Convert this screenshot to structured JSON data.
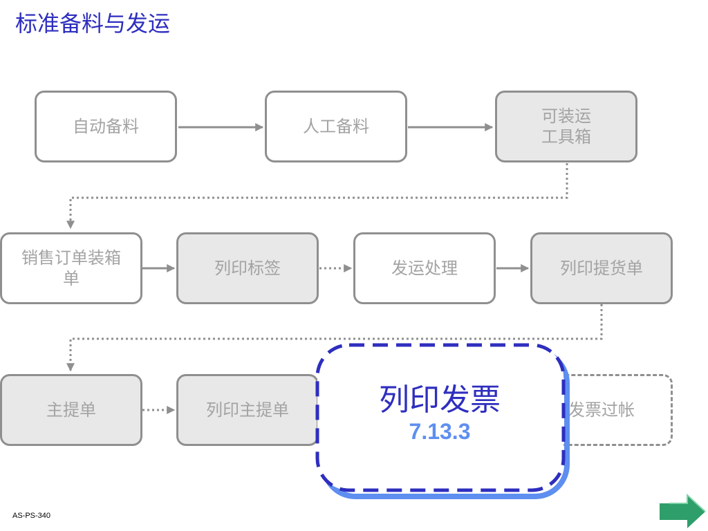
{
  "title": "标准备料与发运",
  "boxes": {
    "auto_picking": "自动备料",
    "manual_picking": "人工备料",
    "shippable_toolbox": "可装运\n工具箱",
    "so_packing": "销售订单装箱\n单",
    "print_labels": "列印标签",
    "ship_process": "发运处理",
    "print_bol": "列印提货单",
    "master_bol": "主提单",
    "print_master_bol": "列印主提单",
    "invoice_posting": "发票过帐"
  },
  "highlight": {
    "label": "列印发票",
    "code": "7.13.3"
  },
  "footer": "AS-PS-340",
  "icons": {
    "next": "next-arrow-icon"
  },
  "colors": {
    "title": "#2e2ebf",
    "highlight_border_dark": "#2e2ebf",
    "highlight_border_light": "#5e8ff0",
    "box_border": "#8f8f8f",
    "box_fill_gray": "#e8e8e8",
    "text_gray": "#a3a3a3",
    "next_arrow": "#2e9e6a"
  }
}
